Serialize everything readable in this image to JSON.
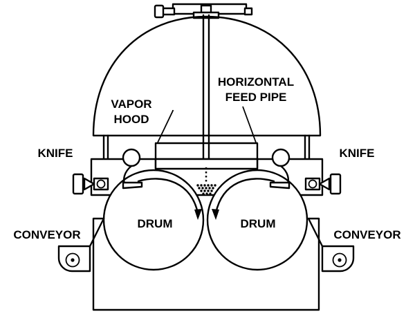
{
  "labels": {
    "vapor_hood": [
      "VAPOR",
      "HOOD"
    ],
    "feed_pipe": [
      "HORIZONTAL",
      "FEED PIPE"
    ],
    "knife_left": "KNIFE",
    "knife_right": "KNIFE",
    "drum_left": "DRUM",
    "drum_right": "DRUM",
    "conveyor_left": "CONVEYOR",
    "conveyor_right": "CONVEYOR"
  },
  "colors": {
    "line": "#000000",
    "background": "#ffffff"
  }
}
